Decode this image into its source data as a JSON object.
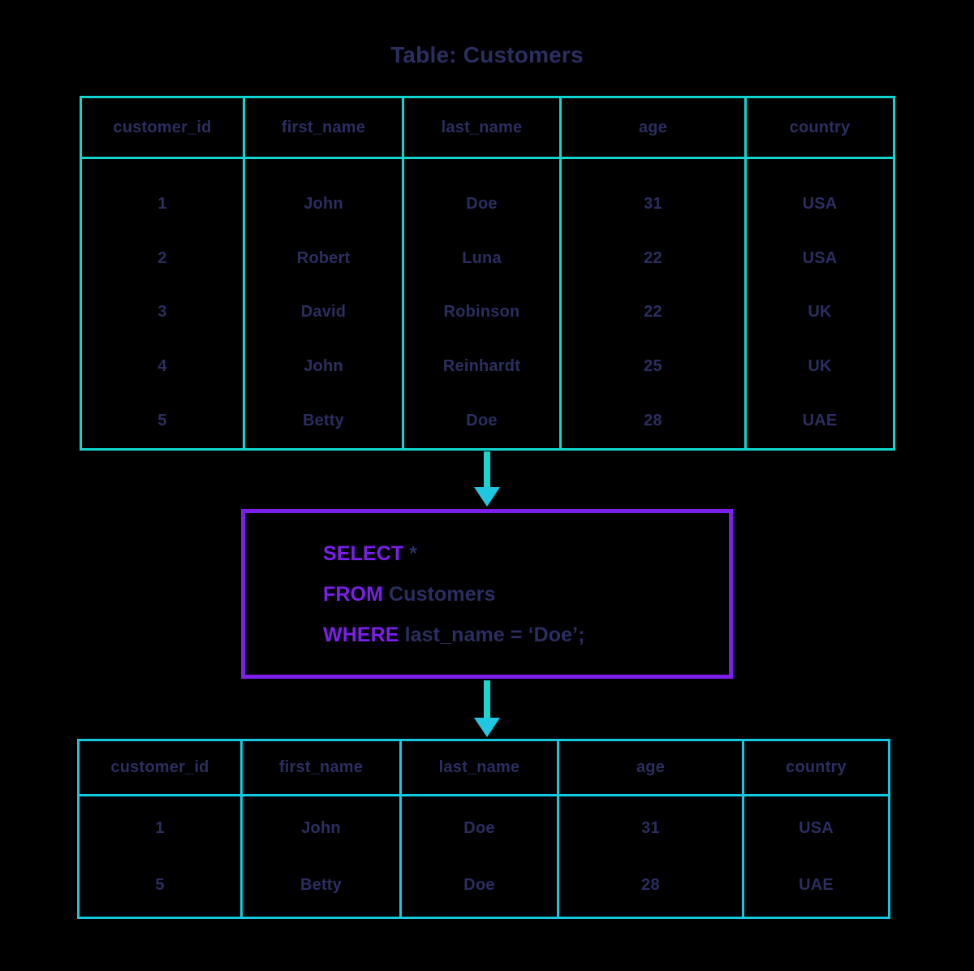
{
  "diagram": {
    "title": "Table: Customers",
    "colors": {
      "text_navy": "#2b2e60",
      "table_border_cyan": "#10d5cf",
      "result_border_cyan": "#13c9e2",
      "arrow_cyan": "#15d8cf",
      "query_purple": "#7c1fec",
      "background": "#000000"
    }
  },
  "source_table": {
    "name": "Customers",
    "columns": [
      "customer_id",
      "first_name",
      "last_name",
      "age",
      "country"
    ],
    "rows": [
      [
        "1",
        "John",
        "Doe",
        "31",
        "USA"
      ],
      [
        "2",
        "Robert",
        "Luna",
        "22",
        "USA"
      ],
      [
        "3",
        "David",
        "Robinson",
        "22",
        "UK"
      ],
      [
        "4",
        "John",
        "Reinhardt",
        "25",
        "UK"
      ],
      [
        "5",
        "Betty",
        "Doe",
        "28",
        "UAE"
      ]
    ]
  },
  "query": {
    "lines": [
      {
        "keyword": "SELECT",
        "rest": " *"
      },
      {
        "keyword": "FROM",
        "rest": " Customers"
      },
      {
        "keyword": "WHERE",
        "rest": " last_name = ‘Doe’;"
      }
    ],
    "full_text": "SELECT * FROM Customers WHERE last_name = ‘Doe’;"
  },
  "result_table": {
    "columns": [
      "customer_id",
      "first_name",
      "last_name",
      "age",
      "country"
    ],
    "rows": [
      [
        "1",
        "John",
        "Doe",
        "31",
        "USA"
      ],
      [
        "5",
        "Betty",
        "Doe",
        "28",
        "UAE"
      ]
    ]
  },
  "arrows": {
    "top_label": "flow-down",
    "bottom_label": "flow-down"
  }
}
